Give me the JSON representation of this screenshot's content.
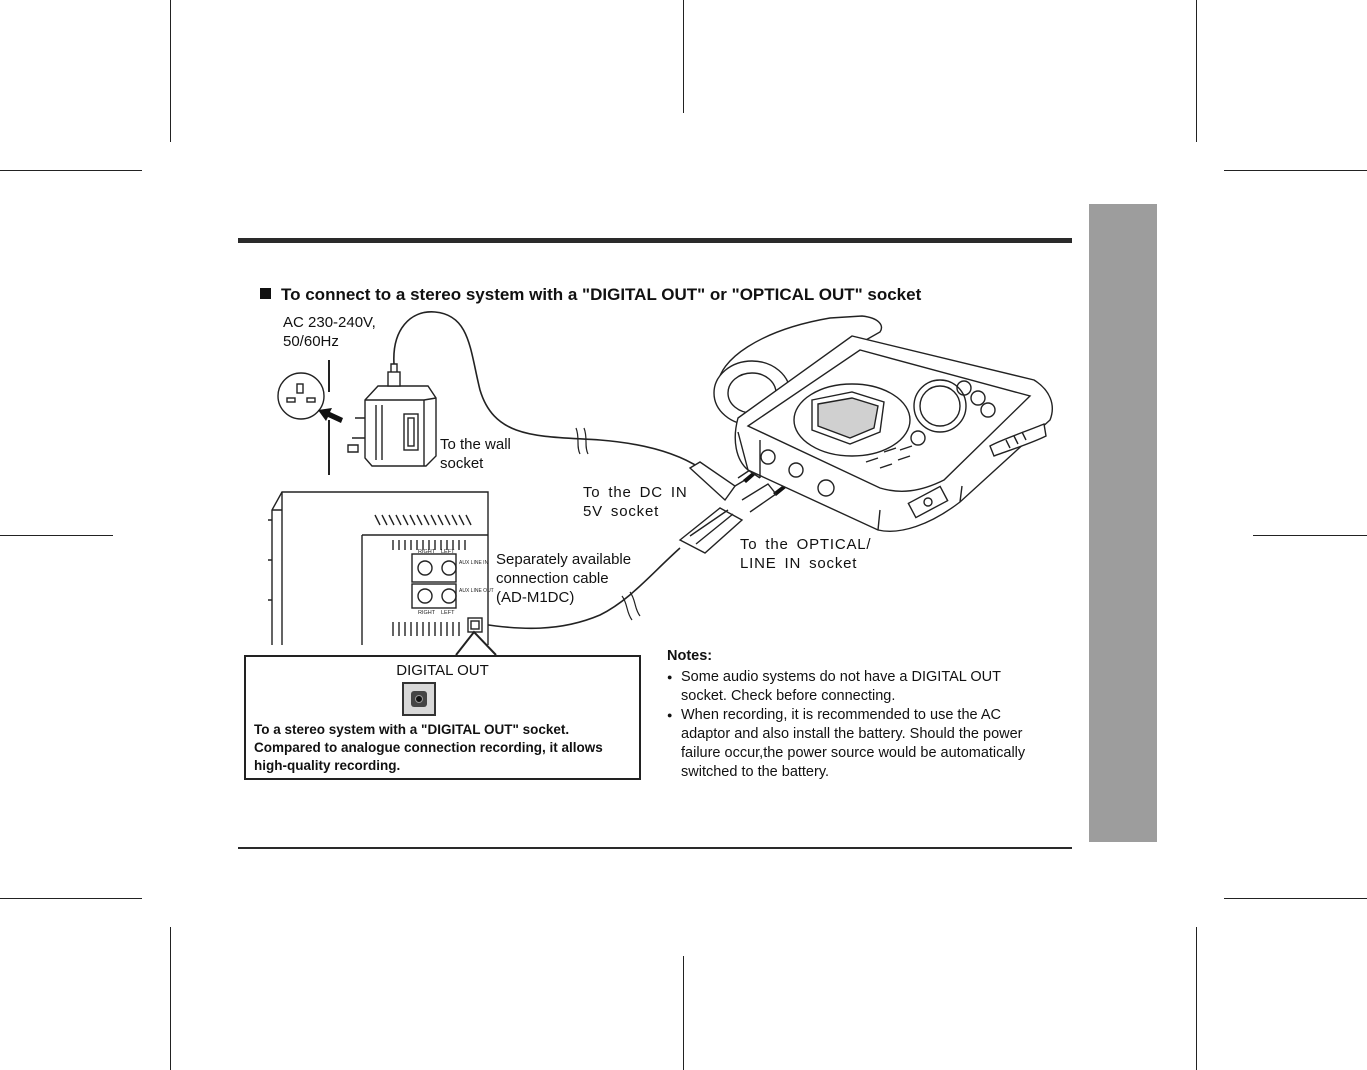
{
  "heading": "To connect to a stereo system with a \"DIGITAL OUT\" or \"OPTICAL OUT\" socket",
  "labels": {
    "ac_line1": "AC 230-240V,",
    "ac_line2": "50/60Hz",
    "wall_line1": "To the wall",
    "wall_line2": "socket",
    "dcin_line1": "To the DC IN",
    "dcin_line2": "5V socket",
    "optical_line1": "To the OPTICAL/",
    "optical_line2": "LINE IN socket",
    "cable_line1": "Separately available",
    "cable_line2": "connection cable",
    "cable_line3": "(AD-M1DC)"
  },
  "stereo_panel": {
    "right": "RIGHT",
    "left": "LEFT",
    "aux_in": "AUX LINE IN",
    "aux_out": "AUX LINE OUT"
  },
  "callout": {
    "title": "DIGITAL OUT",
    "line1": "To a stereo system with a \"DIGITAL OUT\" socket.",
    "line2": "Compared to analogue connection recording, it allows",
    "line3": "high-quality recording."
  },
  "notes": {
    "title": "Notes:",
    "items": [
      {
        "line1": "Some audio systems do not have a DIGITAL OUT",
        "line2": "socket. Check before connecting."
      },
      {
        "line1": "When recording, it is recommended to use the AC",
        "line2": "adaptor and also install the battery. Should the power",
        "line3": "failure occur,the power source would be automatically",
        "line4": "switched to the battery."
      }
    ]
  },
  "colors": {
    "side_tab": "#9d9d9d",
    "rule": "#2a2a2a"
  }
}
